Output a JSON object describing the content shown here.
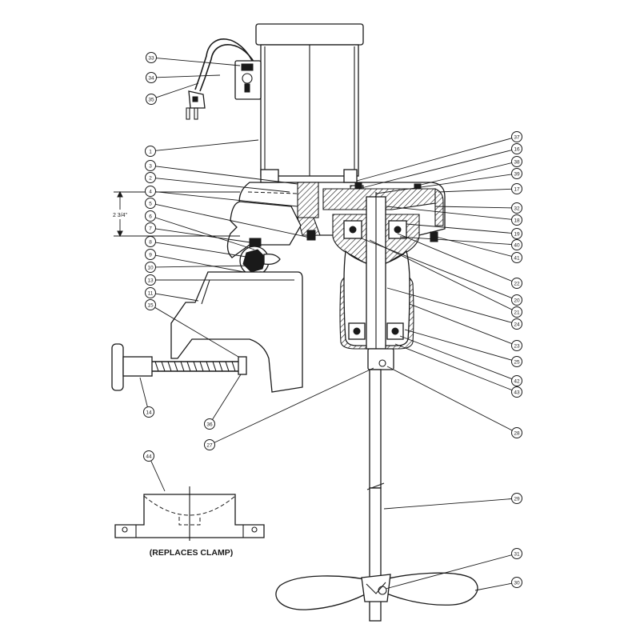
{
  "diagram": {
    "caption": "(REPLACES CLAMP)",
    "dimension": "2 3/4\"",
    "callouts": [
      "1",
      "2",
      "3",
      "4",
      "5",
      "6",
      "7",
      "8",
      "9",
      "10",
      "11",
      "13",
      "14",
      "15",
      "16",
      "17",
      "18",
      "19",
      "20",
      "21",
      "22",
      "23",
      "24",
      "25",
      "27",
      "28",
      "29",
      "30",
      "31",
      "32",
      "33",
      "34",
      "35",
      "36",
      "37",
      "38",
      "39",
      "40",
      "41",
      "42",
      "43",
      "44"
    ]
  }
}
